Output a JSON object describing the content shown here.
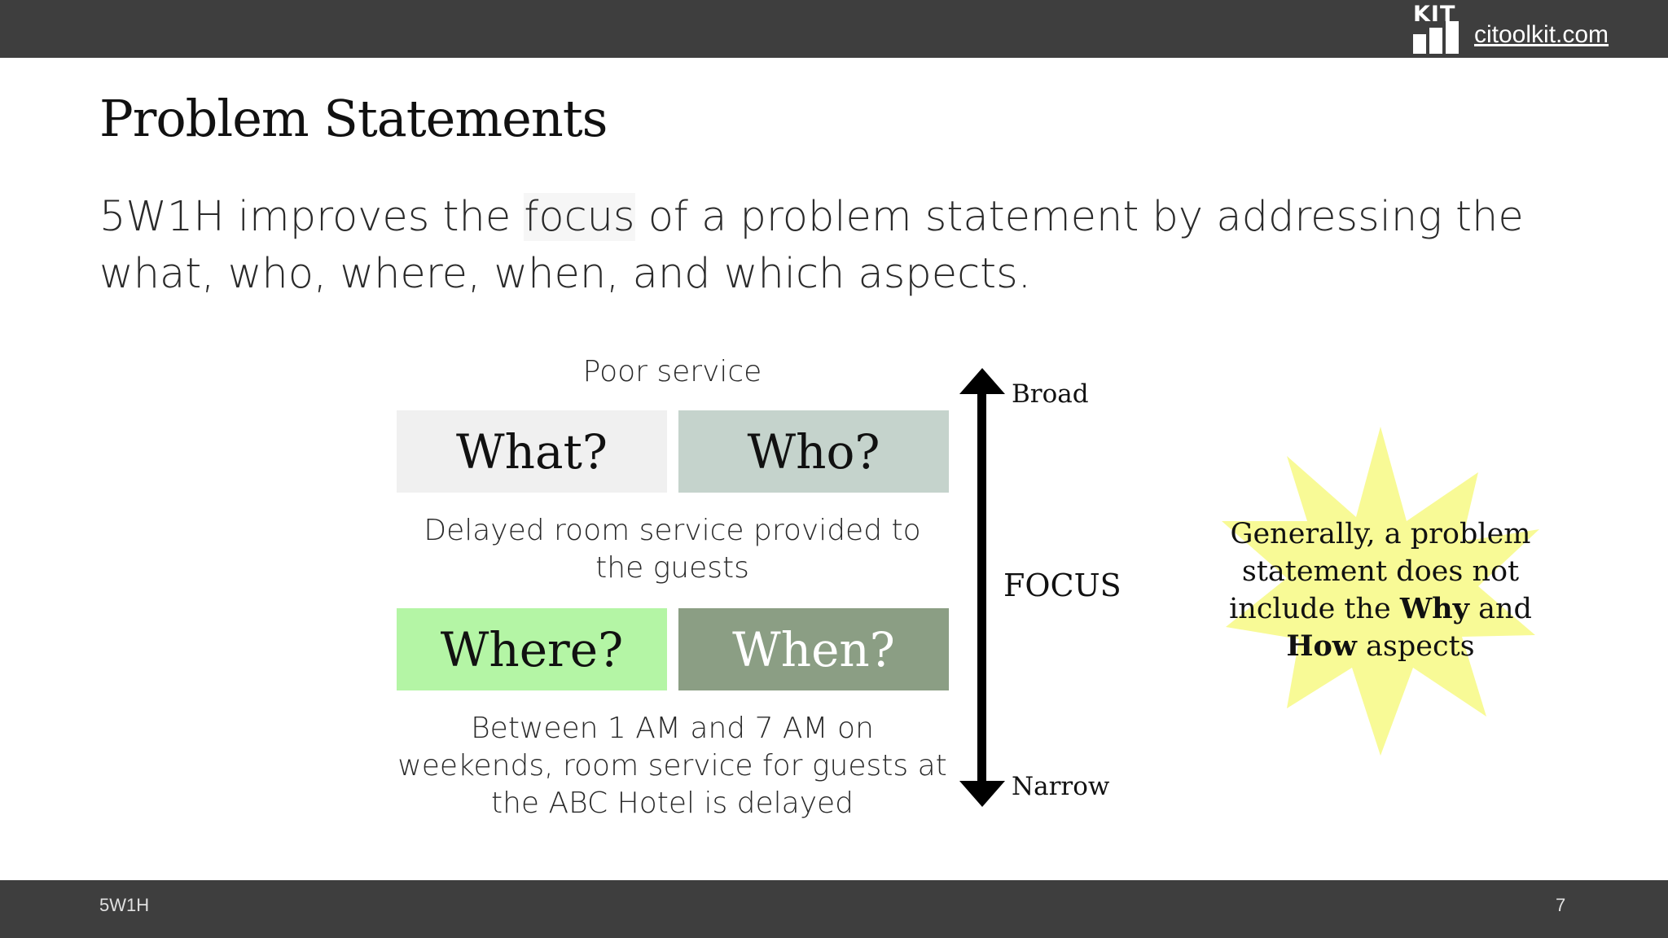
{
  "header": {
    "logo_text": "KIT",
    "site_link": "citoolkit.com"
  },
  "slide": {
    "title": "Problem Statements",
    "subtitle_before": "5W1H improves the ",
    "subtitle_highlight": "focus",
    "subtitle_after": " of a problem statement by addressing the what, who, where, when, and which aspects."
  },
  "diagram": {
    "level_broad": "Poor service",
    "level_mid": "Delayed room service provided to the guests",
    "level_narrow": "Between 1 AM and 7 AM on weekends, room service for guests at the ABC Hotel is delayed",
    "boxes": [
      {
        "label": "What?",
        "bg": "#f0f0f0",
        "fg": "#111111"
      },
      {
        "label": "Who?",
        "bg": "#c5d3cc",
        "fg": "#111111"
      },
      {
        "label": "Where?",
        "bg": "#b4f5a5",
        "fg": "#111111"
      },
      {
        "label": "When?",
        "bg": "#8b9e84",
        "fg": "#ffffff"
      }
    ],
    "axis": {
      "top": "Broad",
      "middle": "FOCUS",
      "bottom": "Narrow"
    }
  },
  "callout": {
    "line1": "Generally, a problem statement does not include the ",
    "why": "Why",
    "and": " and ",
    "how": "How",
    "end": " aspects",
    "color": "#f8fa96"
  },
  "footer": {
    "left": "5W1H",
    "page_number": "7"
  }
}
